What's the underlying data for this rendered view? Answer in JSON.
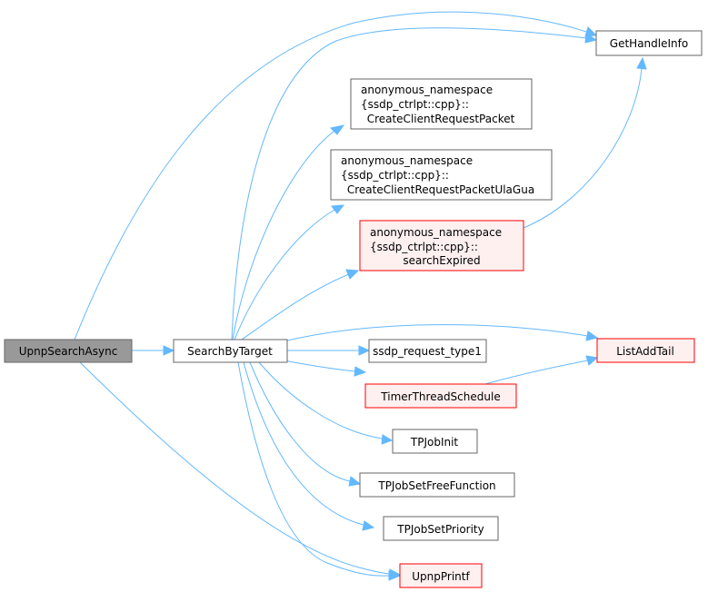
{
  "colors": {
    "edge": "#63b8ff",
    "node_fill": "#ffffff",
    "node_border": "#666666",
    "root_fill": "#999999",
    "truncated_fill": "#fff0f0",
    "truncated_border": "#ff0000"
  },
  "nodes": {
    "upnp_search_async": {
      "label": "UpnpSearchAsync"
    },
    "search_by_target": {
      "label": "SearchByTarget"
    },
    "get_handle_info": {
      "label": "GetHandleInfo"
    },
    "create_client_request_packet": {
      "lines": [
        "anonymous_namespace",
        "{ssdp_ctrlpt::cpp}::",
        "CreateClientRequestPacket"
      ]
    },
    "create_client_request_packet_ula_gua": {
      "lines": [
        "anonymous_namespace",
        "{ssdp_ctrlpt::cpp}::",
        "CreateClientRequestPacketUlaGua"
      ]
    },
    "search_expired": {
      "lines": [
        "anonymous_namespace",
        "{ssdp_ctrlpt::cpp}::",
        "searchExpired"
      ]
    },
    "list_add_tail": {
      "label": "ListAddTail"
    },
    "ssdp_request_type1": {
      "label": "ssdp_request_type1"
    },
    "timer_thread_schedule": {
      "label": "TimerThreadSchedule"
    },
    "tp_job_init": {
      "label": "TPJobInit"
    },
    "tp_job_set_free_function": {
      "label": "TPJobSetFreeFunction"
    },
    "tp_job_set_priority": {
      "label": "TPJobSetPriority"
    },
    "upnp_printf": {
      "label": "UpnpPrintf"
    }
  }
}
